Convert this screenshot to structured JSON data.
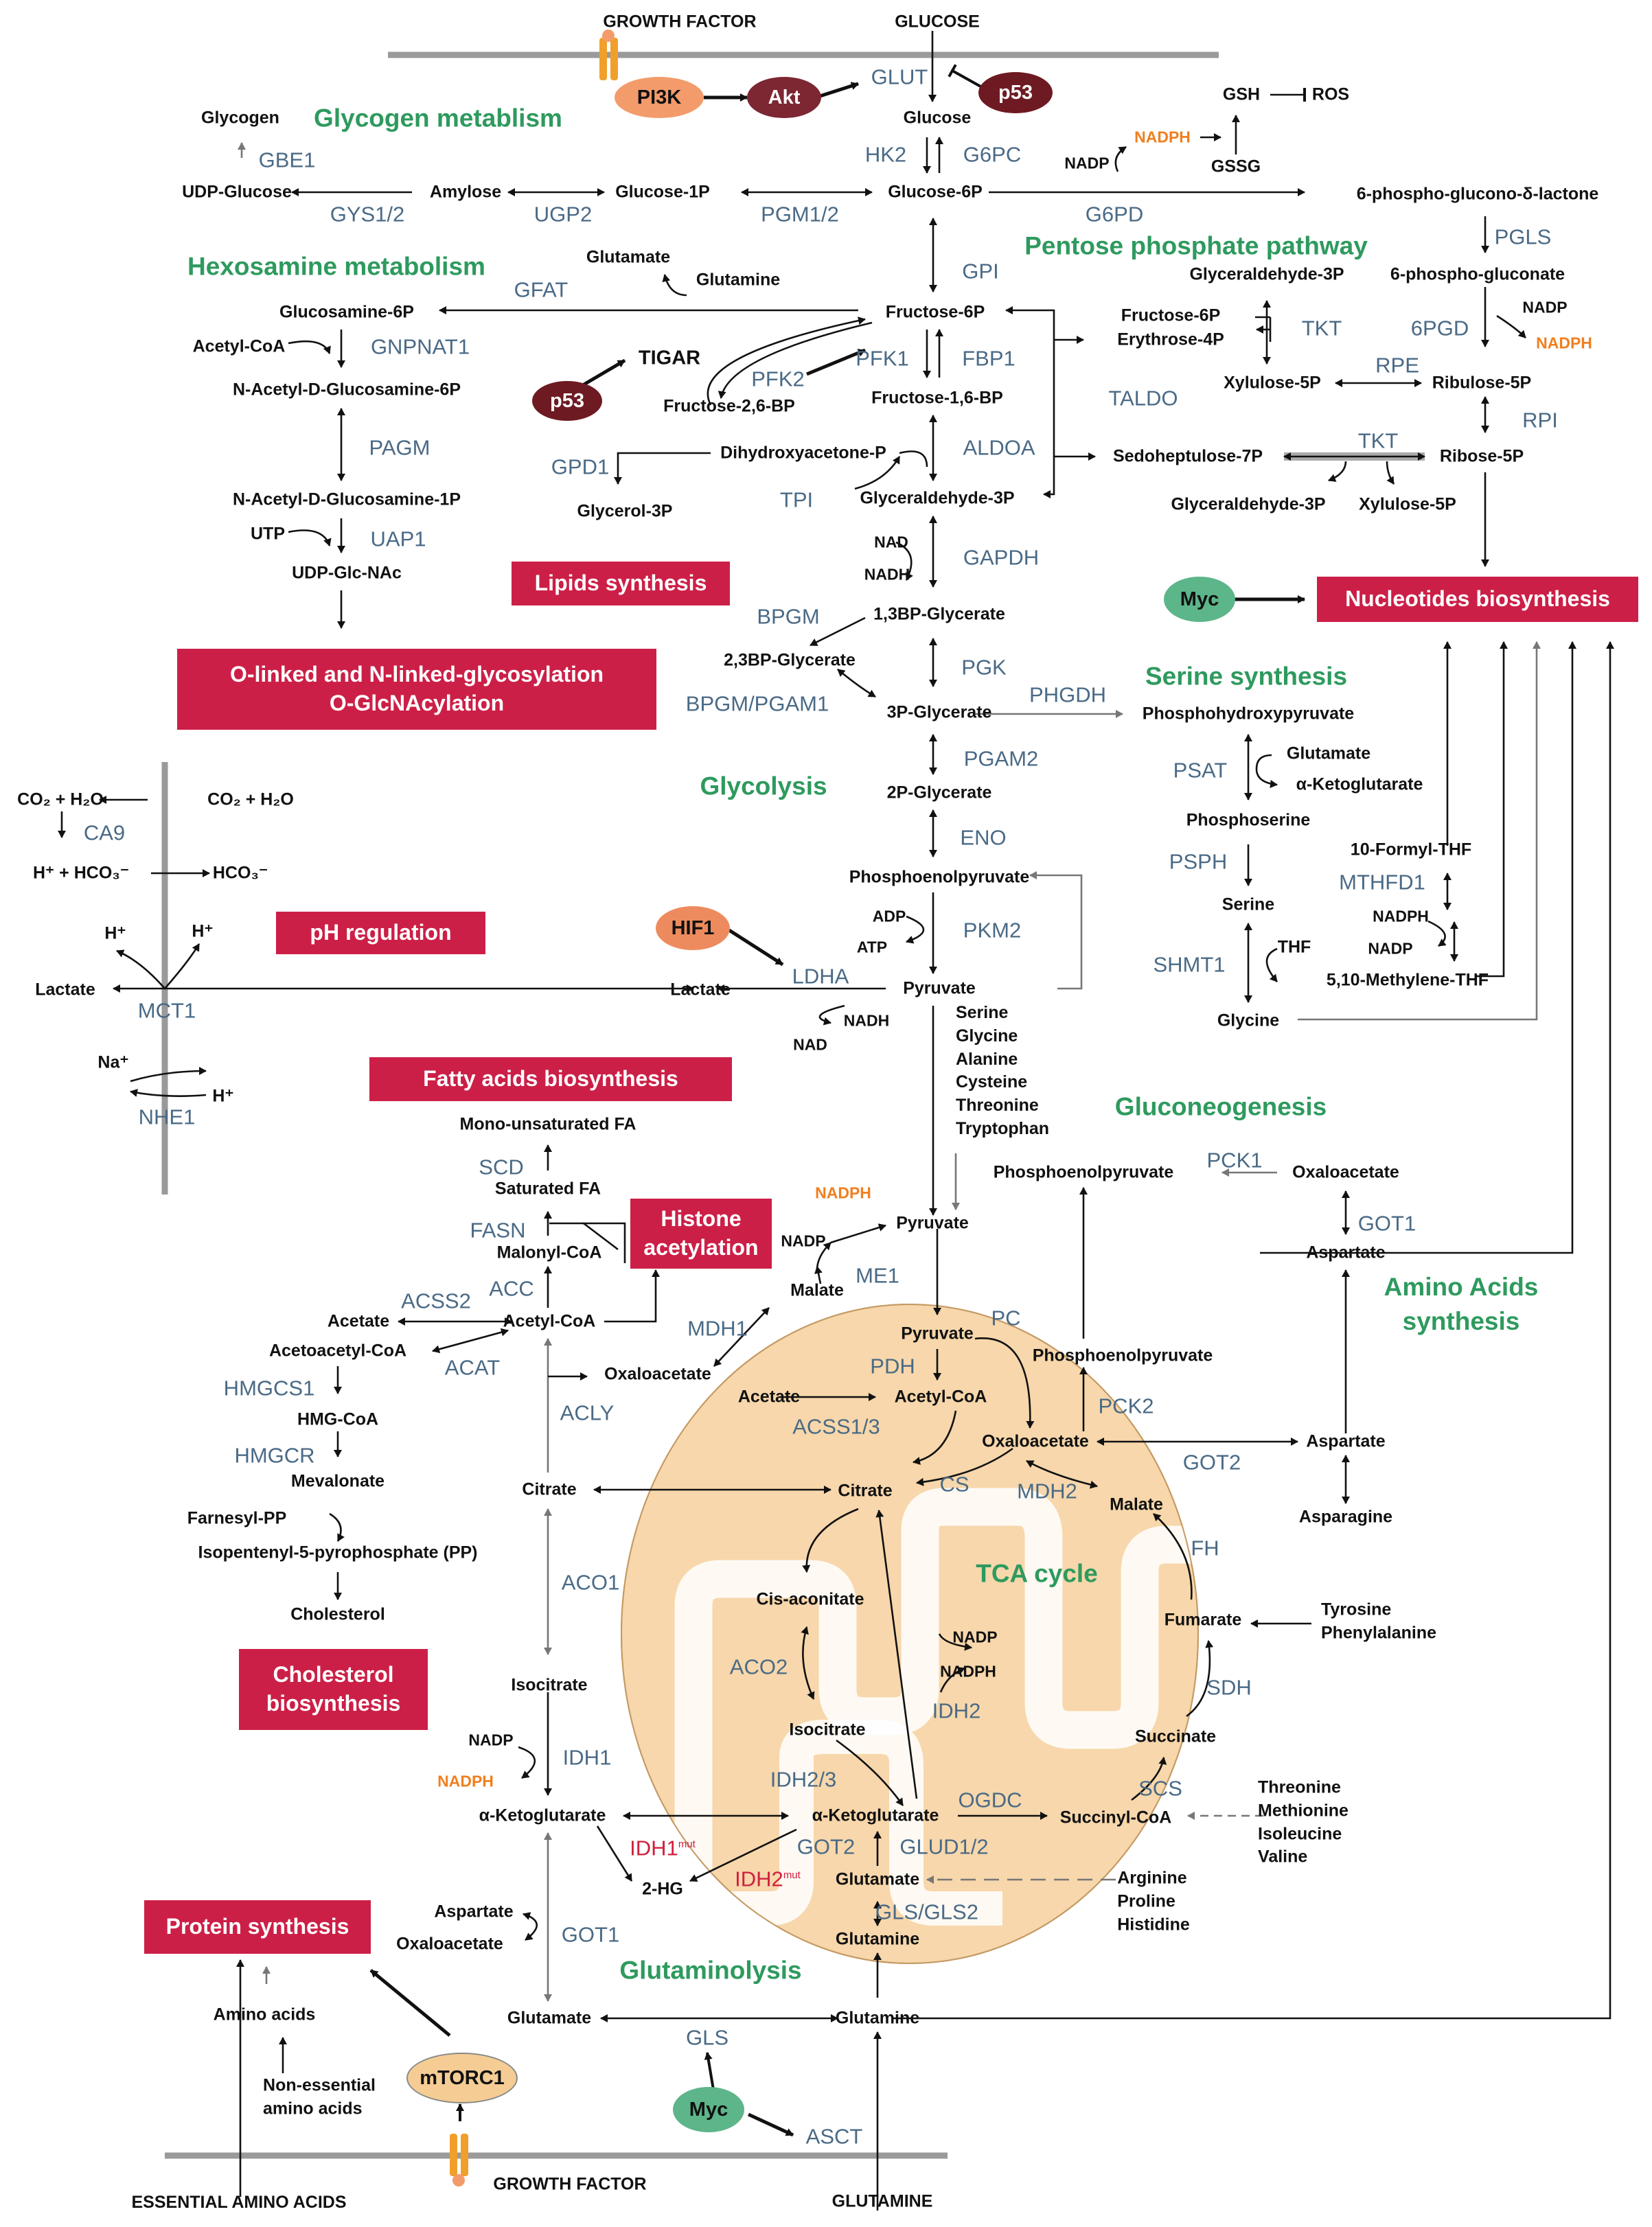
{
  "colors": {
    "enzyme": "#4a6a86",
    "section_title": "#2e9a5e",
    "process_box": "#cc1f47",
    "nadph": "#f07f1f",
    "mutant": "#d0203f",
    "mitochondrion": "#f7d7ab",
    "membrane": "#9a9a9a",
    "pi3k": "#f39b6b",
    "akt": "#7c2732",
    "p53": "#6e1a22",
    "myc": "#5db58a",
    "hif1": "#ee8b5e",
    "mtorc1": "#f5cd94"
  },
  "extracellular": {
    "growth_factor_top": "GROWTH FACTOR",
    "glucose_top": "GLUCOSE",
    "essential_amino_acids": "ESSENTIAL AMINO ACIDS",
    "growth_factor_bottom": "GROWTH FACTOR",
    "glutamine_bottom": "GLUTAMINE"
  },
  "regulators": {
    "pi3k": "PI3K",
    "akt": "Akt",
    "p53_top": "p53",
    "p53_tigar": "p53",
    "hif1": "HIF1",
    "myc_nucleotides": "Myc",
    "myc_glutamine": "Myc",
    "mtorc1": "mTORC1",
    "tigar": "TIGAR"
  },
  "sections": {
    "glycogen": "Glycogen metablism",
    "hexosamine": "Hexosamine metabolism",
    "ppp": "Pentose phosphate pathway",
    "serine": "Serine synthesis",
    "glycolysis": "Glycolysis",
    "gluconeogenesis": "Gluconeogenesis",
    "amino_acids": [
      "Amino Acids",
      "synthesis"
    ],
    "tca": "TCA cycle",
    "glutaminolysis": "Glutaminolysis"
  },
  "boxes": {
    "lipids": "Lipids synthesis",
    "nucleotides": "Nucleotides biosynthesis",
    "glycosylation": [
      "O-linked and N-linked-glycosylation",
      "O-GlcNAcylation"
    ],
    "ph": "pH regulation",
    "fatty_acids": "Fatty acids biosynthesis",
    "histone": [
      "Histone",
      "acetylation"
    ],
    "cholesterol": [
      "Cholesterol",
      "biosynthesis"
    ],
    "protein": "Protein synthesis"
  },
  "metabolites": {
    "glucose": "Glucose",
    "glucose_6p": "Glucose-6P",
    "glucose_1p": "Glucose-1P",
    "amylose": "Amylose",
    "udp_glucose": "UDP-Glucose",
    "glycogen": "Glycogen",
    "gsh": "GSH",
    "ros": "ROS",
    "gssg": "GSSG",
    "phosphoglucono_lactone": "6-phospho-glucono-δ-lactone",
    "phosphogluconate": "6-phospho-gluconate",
    "fructose_6p": "Fructose-6P",
    "fructose_16bp": "Fructose-1,6-BP",
    "fructose_26bp": "Fructose-2,6-BP",
    "glutamate_gfat": "Glutamate",
    "glutamine_gfat": "Glutamine",
    "glucosamine_6p": "Glucosamine-6P",
    "acetyl_coa_hex": "Acetyl-CoA",
    "n_acetyl_glucosamine_6p": "N-Acetyl-D-Glucosamine-6P",
    "n_acetyl_glucosamine_1p": "N-Acetyl-D-Glucosamine-1P",
    "utp": "UTP",
    "udp_glcnac": "UDP-Glc-NAc",
    "dhap": "Dihydroxyacetone-P",
    "glycerol_3p": "Glycerol-3P",
    "glyceraldehyde_3p": "Glyceraldehyde-3P",
    "ppp_g3p": "Glyceraldehyde-3P",
    "ppp_f6p": "Fructose-6P",
    "erythrose_4p": "Erythrose-4P",
    "xylulose_5p": "Xylulose-5P",
    "ribulose_5p": "Ribulose-5P",
    "sedoheptulose_7p": "Sedoheptulose-7P",
    "ribose_5p": "Ribose-5P",
    "ppp_g3p_bottom": "Glyceraldehyde-3P",
    "ppp_xylulose_bottom": "Xylulose-5P",
    "bpg13": "1,3BP-Glycerate",
    "bpg23": "2,3BP-Glycerate",
    "pg3": "3P-Glycerate",
    "pg2": "2P-Glycerate",
    "pep": "Phosphoenolpyruvate",
    "phosphohydroxypyruvate": "Phosphohydroxypyruvate",
    "glutamate_psat": "Glutamate",
    "akg_psat": "α-Ketoglutarate",
    "phosphoserine": "Phosphoserine",
    "serine": "Serine",
    "glycine": "Glycine",
    "thf": "THF",
    "methylene_thf": "5,10-Methylene-THF",
    "formyl_thf": "10-Formyl-THF",
    "pyruvate": "Pyruvate",
    "lactate_cyto": "Lactate",
    "lactate_out": "Lactate",
    "co2_h2o_in": "CO₂ + H₂O",
    "co2_h2o_out": "CO₂ + H₂O",
    "h_hco3": "H⁺ + HCO₃⁻",
    "hco3": "HCO₃⁻",
    "h_plus_1": "H⁺",
    "h_plus_2": "H⁺",
    "na_plus": "Na⁺",
    "h_plus_3": "H⁺",
    "pyruvate_cyto2": "Pyruvate",
    "malate_cyto": "Malate",
    "pep_gng": "Phosphoenolpyruvate",
    "oxaloacetate_gng": "Oxaloacetate",
    "aspartate_cyto": "Aspartate",
    "mono_fa": "Mono-unsaturated FA",
    "saturated_fa": "Saturated FA",
    "malonyl_coa": "Malonyl-CoA",
    "acetyl_coa_cyto": "Acetyl-CoA",
    "acetate_cyto": "Acetate",
    "acetoacetyl_coa": "Acetoacetyl-CoA",
    "hmg_coa": "HMG-CoA",
    "mevalonate": "Mevalonate",
    "farnesyl_pp": "Farnesyl-PP",
    "isopentenyl_pp": "Isopentenyl-5-pyrophosphate (PP)",
    "cholesterol": "Cholesterol",
    "oxaloacetate_cyto": "Oxaloacetate",
    "citrate_cyto": "Citrate",
    "isocitrate_cyto": "Isocitrate",
    "akg_cyto": "α-Ketoglutarate",
    "hg2": "2-HG",
    "aspartate_got1": "Aspartate",
    "oxaloacetate_got1": "Oxaloacetate",
    "glutamate_cyto": "Glutamate",
    "glutamine_cyto": "Glutamine",
    "amino_acids": "Amino acids",
    "non_essential": [
      "Non-essential",
      "amino acids"
    ],
    "pyruvate_mito": "Pyruvate",
    "pep_mito": "Phosphoenolpyruvate",
    "acetate_mito": "Acetate",
    "acetyl_coa_mito": "Acetyl-CoA",
    "oxaloacetate_mito": "Oxaloacetate",
    "aspartate_mito": "Aspartate",
    "asparagine": "Asparagine",
    "citrate_mito": "Citrate",
    "malate_mito": "Malate",
    "cis_aconitate": "Cis-aconitate",
    "fumarate": "Fumarate",
    "tyrosine_phe": [
      "Tyrosine",
      "Phenylalanine"
    ],
    "isocitrate_mito": "Isocitrate",
    "succinate": "Succinate",
    "akg_mito": "α-Ketoglutarate",
    "succinyl_coa": "Succinyl-CoA",
    "thr_met_ile_val": [
      "Threonine",
      "Methionine",
      "Isoleucine",
      "Valine"
    ],
    "glutamate_mito": "Glutamate",
    "glutamine_mito": "Glutamine",
    "arg_pro_his": [
      "Arginine",
      "Proline",
      "Histidine"
    ],
    "ser_gly_list": [
      "Serine",
      "Glycine",
      "Alanine",
      "Cysteine",
      "Threonine",
      "Tryptophan"
    ]
  },
  "cofactors": {
    "nadp_g6pd": "NADP",
    "nadph_g6pd": "NADPH",
    "nadp_6pgd": "NADP",
    "nadph_6pgd": "NADPH",
    "nad_gapdh": "NAD",
    "nadh_gapdh": "NADH",
    "adp_pkm2": "ADP",
    "atp_pkm2": "ATP",
    "nadh_ldha": "NADH",
    "nad_ldha": "NAD",
    "nadph_shmt": "NADPH",
    "nadp_shmt": "NADP",
    "nadp_me1": "NADP",
    "nadph_me1": "NADPH",
    "nadp_idh1": "NADP",
    "nadph_idh1": "NADPH",
    "nadp_idh2": "NADP",
    "nadph_idh2": "NADPH"
  },
  "enzymes": {
    "glut": "GLUT",
    "hk2": "HK2",
    "g6pc": "G6PC",
    "pgm12": "PGM1/2",
    "ugp2": "UGP2",
    "gys12": "GYS1/2",
    "gbe1": "GBE1",
    "g6pd": "G6PD",
    "pgls": "PGLS",
    "pgd6": "6PGD",
    "gpi": "GPI",
    "gfat": "GFAT",
    "gnpnat1": "GNPNAT1",
    "pagm": "PAGM",
    "uap1": "UAP1",
    "pfk2": "PFK2",
    "pfk1": "PFK1",
    "fbp1": "FBP1",
    "aldoa": "ALDOA",
    "gpd1": "GPD1",
    "tpi": "TPI",
    "tkt1": "TKT",
    "rpe": "RPE",
    "taldo": "TALDO",
    "rpi": "RPI",
    "tkt2": "TKT",
    "gapdh": "GAPDH",
    "bpgm": "BPGM",
    "pgk": "PGK",
    "bpgm_pgam1": "BPGM/PGAM1",
    "phgdh": "PHGDH",
    "pgam2": "PGAM2",
    "eno": "ENO",
    "psat": "PSAT",
    "psph": "PSPH",
    "shmt1": "SHMT1",
    "mthfd1": "MTHFD1",
    "ca9": "CA9",
    "pkm2": "PKM2",
    "ldha": "LDHA",
    "mct1": "MCT1",
    "nhe1": "NHE1",
    "pck1": "PCK1",
    "got1_top": "GOT1",
    "scd": "SCD",
    "fasn": "FASN",
    "acc": "ACC",
    "acss2": "ACSS2",
    "acat": "ACAT",
    "hmgcs1": "HMGCS1",
    "hmgcr": "HMGCR",
    "me1": "ME1",
    "mdh1": "MDH1",
    "acly": "ACLY",
    "aco1": "ACO1",
    "idh1": "IDH1",
    "got1_bottom": "GOT1",
    "gls_cyto": "GLS",
    "asct": "ASCT",
    "pc": "PC",
    "pdh": "PDH",
    "pck2": "PCK2",
    "acss13": "ACSS1/3",
    "got2_top": "GOT2",
    "cs": "CS",
    "mdh2": "MDH2",
    "fh": "FH",
    "aco2": "ACO2",
    "idh2": "IDH2",
    "sdh": "SDH",
    "idh23": "IDH2/3",
    "ogdc": "OGDC",
    "scs": "SCS",
    "got2_bottom": "GOT2",
    "glud12": "GLUD1/2",
    "gls_gls2": "GLS/GLS2"
  },
  "mutants": {
    "idh1": "IDH1",
    "idh1_sup": "mut",
    "idh2": "IDH2",
    "idh2_sup": "mut"
  }
}
